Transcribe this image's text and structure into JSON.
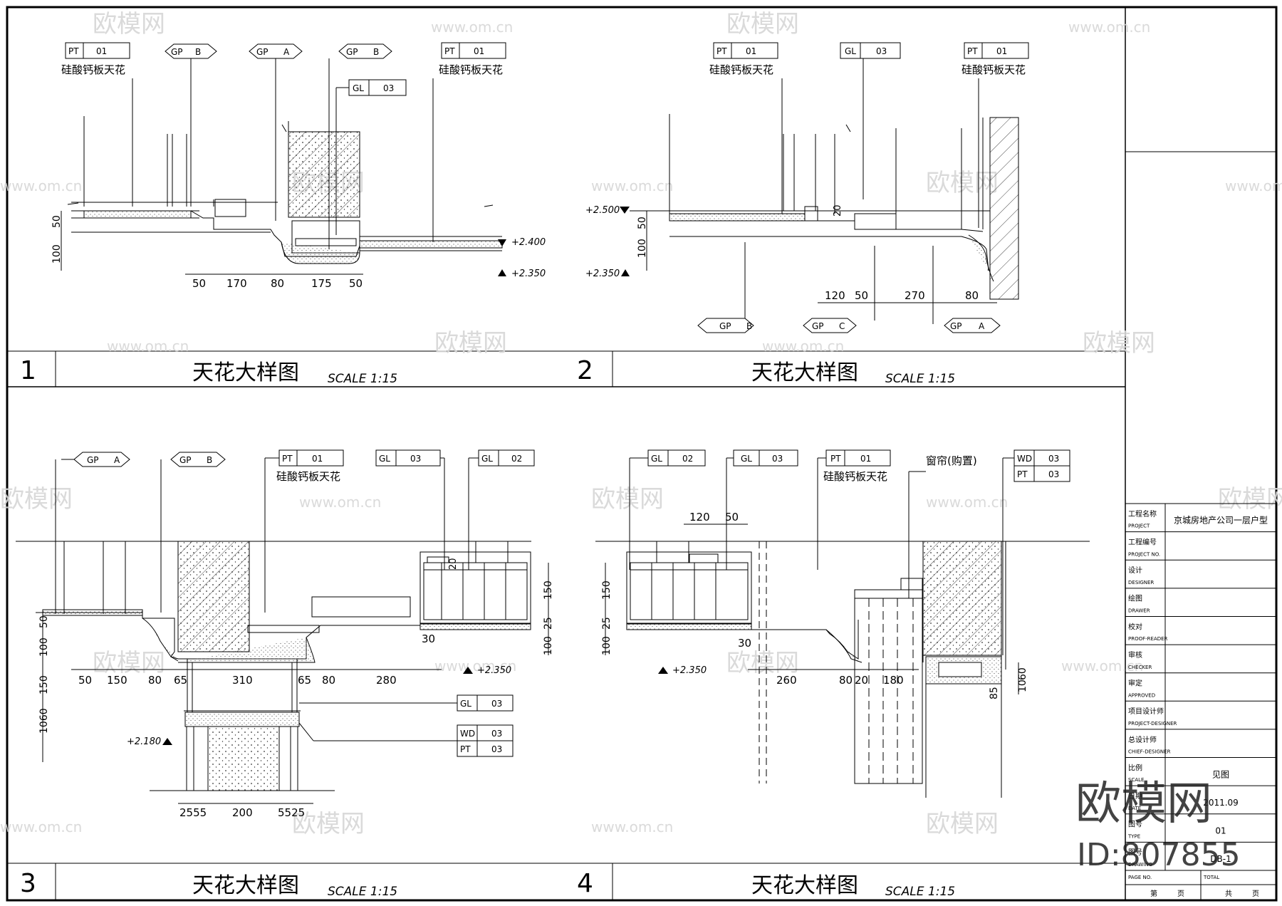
{
  "panels": [
    {
      "number": "1",
      "title": "天花大样图",
      "scale": "SCALE 1:15",
      "tags": {
        "pt01_left": {
          "code": "PT",
          "num": "01",
          "note": "硅酸钙板天花"
        },
        "gpb_1": {
          "code": "GP",
          "num": "B"
        },
        "gpa": {
          "code": "GP",
          "num": "A"
        },
        "gpb_2": {
          "code": "GP",
          "num": "B"
        },
        "gl03": {
          "code": "GL",
          "num": "03"
        },
        "pt01_right": {
          "code": "PT",
          "num": "01",
          "note": "硅酸钙板天花"
        }
      },
      "levels": [
        "+2.400",
        "+2.350"
      ],
      "dims_h": [
        "50",
        "170",
        "80",
        "175",
        "50"
      ],
      "dims_v": [
        "50",
        "100"
      ]
    },
    {
      "number": "2",
      "title": "天花大样图",
      "scale": "SCALE 1:15",
      "tags": {
        "pt01_left": {
          "code": "PT",
          "num": "01",
          "note": "硅酸钙板天花"
        },
        "gl03": {
          "code": "GL",
          "num": "03"
        },
        "pt01_right": {
          "code": "PT",
          "num": "01",
          "note": "硅酸钙板天花"
        },
        "gpb": {
          "code": "GP",
          "num": "B"
        },
        "gpc": {
          "code": "GP",
          "num": "C"
        },
        "gpa": {
          "code": "GP",
          "num": "A"
        }
      },
      "levels": [
        "+2.500",
        "+2.350"
      ],
      "dims_h": [
        "120",
        "50",
        "270",
        "80"
      ],
      "dims_v": [
        "50",
        "100",
        "20"
      ]
    },
    {
      "number": "3",
      "title": "天花大样图",
      "scale": "SCALE 1:15",
      "tags": {
        "gpa": {
          "code": "GP",
          "num": "A"
        },
        "gpb": {
          "code": "GP",
          "num": "B"
        },
        "pt01": {
          "code": "PT",
          "num": "01",
          "note": "硅酸钙板天花"
        },
        "gl03_top": {
          "code": "GL",
          "num": "03"
        },
        "gl02": {
          "code": "GL",
          "num": "02"
        },
        "gl03_low": {
          "code": "GL",
          "num": "03"
        },
        "wd03": {
          "code": "WD",
          "num": "03"
        },
        "pt03": {
          "code": "PT",
          "num": "03"
        }
      },
      "levels": [
        "+2.350",
        "+2.180"
      ],
      "dims_h": [
        "50",
        "150",
        "80",
        "65",
        "310",
        "65",
        "80",
        "280"
      ],
      "dims_h2": [
        "2555",
        "200",
        "5525"
      ],
      "dims_v": [
        "50",
        "100",
        "150",
        "1060"
      ],
      "dims_v_right": [
        "150",
        "25",
        "100"
      ],
      "dim_30": "30",
      "dim_20": "20"
    },
    {
      "number": "4",
      "title": "天花大样图",
      "scale": "SCALE 1:15",
      "tags": {
        "gl02": {
          "code": "GL",
          "num": "02"
        },
        "gl03": {
          "code": "GL",
          "num": "03"
        },
        "pt01": {
          "code": "PT",
          "num": "01",
          "note": "硅酸钙板天花"
        },
        "curtain": "窗帘(购置)",
        "wd03": {
          "code": "WD",
          "num": "03"
        },
        "pt03": {
          "code": "PT",
          "num": "03"
        }
      },
      "levels": [
        "+2.350"
      ],
      "dims_h": [
        "260",
        "80",
        "20",
        "180"
      ],
      "dims_top": [
        "120",
        "50"
      ],
      "dims_v": [
        "150",
        "25",
        "100"
      ],
      "dims_v_right": [
        "60",
        "10"
      ],
      "dim_30": "30",
      "dim_85": "85"
    }
  ],
  "title_block": {
    "rows": [
      {
        "cn": "工程名称",
        "en": "PROJECT",
        "value": "京城房地产公司一层户型"
      },
      {
        "cn": "工程编号",
        "en": "PROJECT NO.",
        "value": ""
      },
      {
        "cn": "设计",
        "en": "DESIGNER",
        "value": ""
      },
      {
        "cn": "绘图",
        "en": "DRAWER",
        "value": ""
      },
      {
        "cn": "校对",
        "en": "PROOF-READER",
        "value": ""
      },
      {
        "cn": "审核",
        "en": "CHECKER",
        "value": ""
      },
      {
        "cn": "审定",
        "en": "APPROVED",
        "value": ""
      },
      {
        "cn": "项目设计师",
        "en": "PROJECT-DESIGNER",
        "value": ""
      },
      {
        "cn": "总设计师",
        "en": "CHIEF-DESIGNER",
        "value": ""
      },
      {
        "cn": "比例",
        "en": "SCALE",
        "value": "见图"
      },
      {
        "cn": "日期",
        "en": "DATE",
        "value": "2011.09"
      },
      {
        "cn": "图号",
        "en": "TYPE",
        "value": "01"
      },
      {
        "cn": "图号",
        "en": "DRAWING",
        "value": "DB-1"
      }
    ],
    "footer": {
      "page_cn": "第",
      "page_unit": "页",
      "total_cn": "共",
      "total_unit": "页",
      "page_en": "PAGE NO.",
      "total_en": "TOTAL"
    }
  },
  "watermark": {
    "site": "www.om.cn",
    "brand": "欧模网",
    "brand_large": "欧模网",
    "id": "ID:807855"
  },
  "colors": {
    "line": "#000000",
    "hatch": "#333333",
    "watermark": "#d6d6d6"
  }
}
